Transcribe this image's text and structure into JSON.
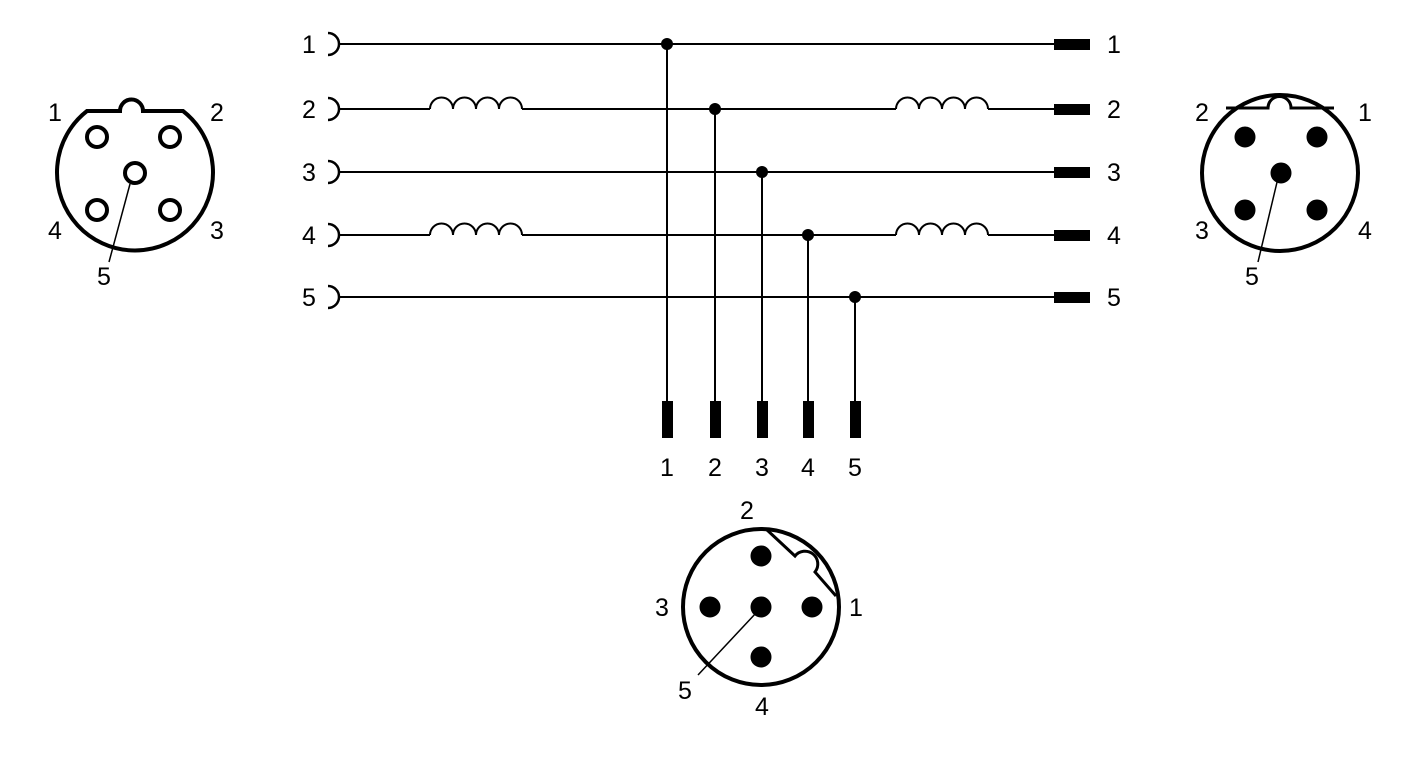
{
  "wires": [
    {
      "pin": "1",
      "left_label": "1",
      "right_label": "1",
      "bottom_label": "1",
      "inductor": false
    },
    {
      "pin": "2",
      "left_label": "2",
      "right_label": "2",
      "bottom_label": "2",
      "inductor": true
    },
    {
      "pin": "3",
      "left_label": "3",
      "right_label": "3",
      "bottom_label": "3",
      "inductor": false
    },
    {
      "pin": "4",
      "left_label": "4",
      "right_label": "4",
      "bottom_label": "4",
      "inductor": true
    },
    {
      "pin": "5",
      "left_label": "5",
      "right_label": "5",
      "bottom_label": "5",
      "inductor": false
    }
  ],
  "left_connector": {
    "type": "socket",
    "labels": {
      "p1": "1",
      "p2": "2",
      "p3": "3",
      "p4": "4",
      "p5": "5"
    }
  },
  "right_connector": {
    "type": "plug",
    "labels": {
      "p1": "1",
      "p2": "2",
      "p3": "3",
      "p4": "4",
      "p5": "5"
    }
  },
  "bottom_connector": {
    "type": "plug",
    "labels": {
      "p1": "1",
      "p2": "2",
      "p3": "3",
      "p4": "4",
      "p5": "5"
    }
  }
}
